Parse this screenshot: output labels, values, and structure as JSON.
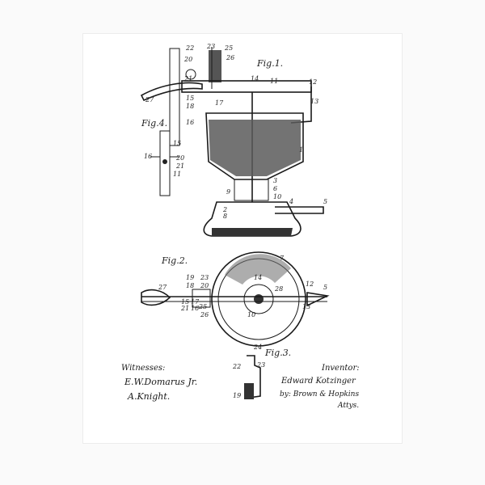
{
  "figures": {
    "fig1": "Fig.1.",
    "fig2": "Fig.2.",
    "fig3": "Fig.3.",
    "fig4": "Fig.4."
  },
  "labels_fig1": [
    "22",
    "23",
    "25",
    "20",
    "26",
    "11",
    "14",
    "12",
    "21",
    "13",
    "27",
    "17",
    "15",
    "18",
    "16",
    "1",
    "3",
    "6",
    "9",
    "10",
    "4",
    "5",
    "2",
    "8"
  ],
  "labels_fig2": [
    "7",
    "19",
    "23",
    "18",
    "20",
    "14",
    "12",
    "5",
    "27",
    "15",
    "21",
    "17",
    "26",
    "25",
    "16",
    "13",
    "28",
    "10"
  ],
  "labels_fig3": [
    "24",
    "22",
    "23",
    "19"
  ],
  "labels_fig4": [
    "15",
    "16",
    "20",
    "21",
    "11"
  ],
  "witnesses": {
    "heading": "Witnesses:",
    "sig1": "E.W.Domarus Jr.",
    "sig2": "A.Knight."
  },
  "inventor": {
    "heading": "Inventor:",
    "name": "Edward Kotzinger",
    "attorney": "by: Brown & Hopkins",
    "attorney_suffix": "Attys."
  }
}
